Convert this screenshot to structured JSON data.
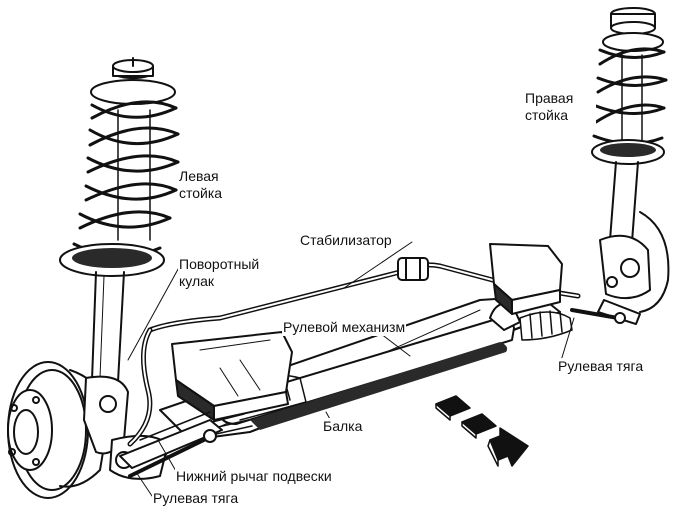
{
  "labels": {
    "left_strut": [
      "Левая",
      "стойка"
    ],
    "right_strut": [
      "Правая",
      "стойка"
    ],
    "steering_knuckle": [
      "Поворотный",
      "кулак"
    ],
    "stabilizer": "Стабилизатор",
    "steering_gear": "Рулевой механизм",
    "tie_rod_right": "Рулевая тяга",
    "beam": "Балка",
    "lower_control_arm": "Нижний рычаг подвески",
    "tie_rod_left": "Рулевая тяга"
  },
  "colors": {
    "ink": "#111111",
    "background": "#ffffff",
    "shade": "#2a2a2a"
  }
}
